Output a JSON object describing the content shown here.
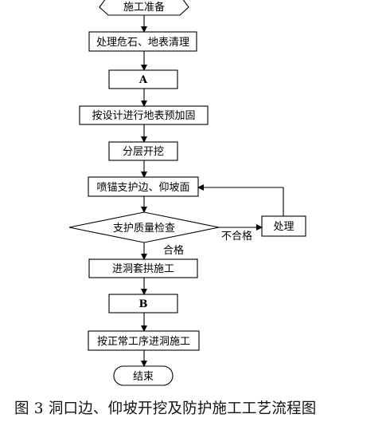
{
  "flowchart": {
    "nodes": {
      "prep": "施工准备",
      "clear": "处理危石、地表清理",
      "a": "A",
      "reinforce": "按设计进行地表预加固",
      "excavate": "分层开挖",
      "support": "喷锚支护边、仰坡面",
      "check": "支护质量检查",
      "handle": "处理",
      "arch": "进洞套拱施工",
      "b": "B",
      "normal": "按正常工序进洞施工",
      "end": "结束"
    },
    "edges": {
      "fail_label": "不合格",
      "pass_label": "合格"
    }
  },
  "caption": "图 3   洞口边、仰坡开挖及防护施工工艺流程图"
}
